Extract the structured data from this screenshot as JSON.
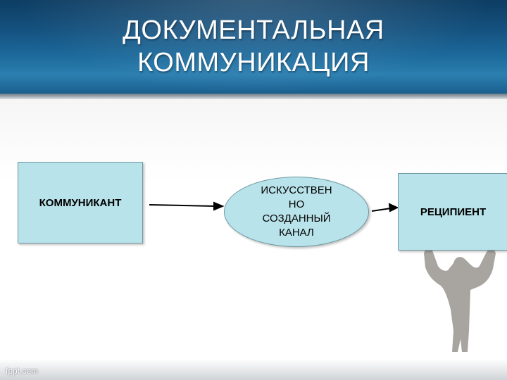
{
  "title": {
    "line1": "ДОКУМЕНТАЛЬНАЯ",
    "line2": "КОММУНИКАЦИЯ"
  },
  "diagram": {
    "sender": "КОММУНИКАНТ",
    "channel": {
      "line1": "ИСКУССТВЕН",
      "line2": "НО",
      "line3": "СОЗДАННЫЙ",
      "line4": "КАНАЛ"
    },
    "recipient": "РЕЦИПИЕНТ"
  },
  "watermark": "fppt.com",
  "colors": {
    "header": "#14507d",
    "box_fill": "#b9e3ea",
    "silhouette": "#a8a5a0"
  }
}
